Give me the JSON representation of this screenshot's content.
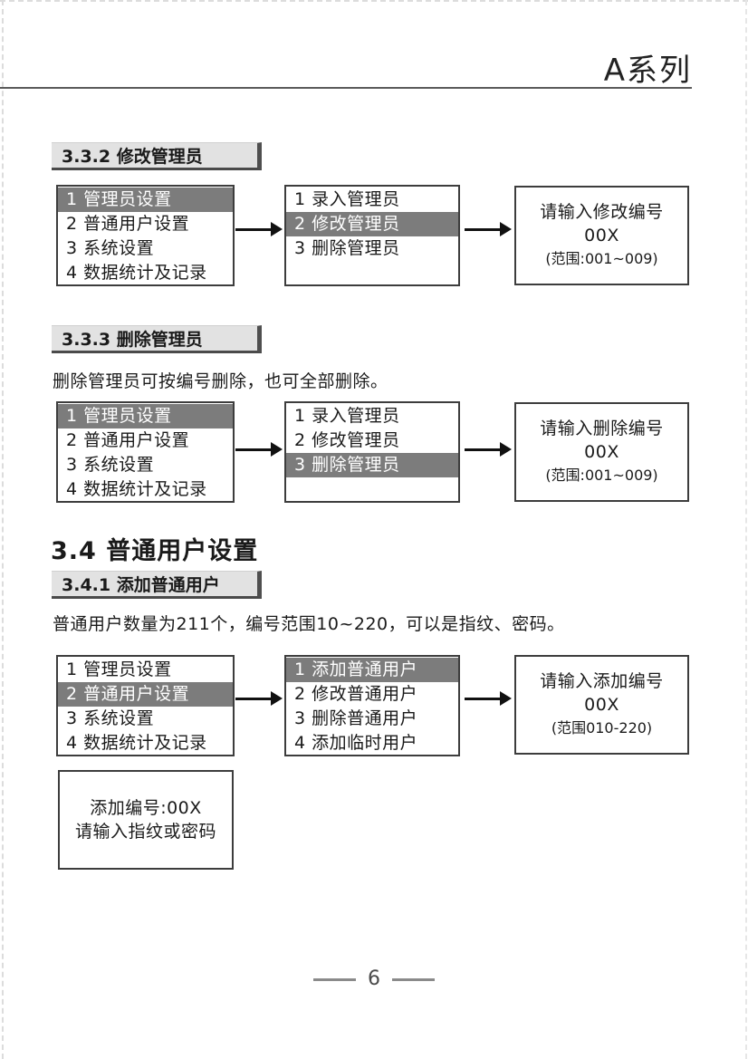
{
  "header": {
    "series_title": "A系列"
  },
  "sections": {
    "s332": {
      "title": "3.3.2 修改管理员"
    },
    "s333": {
      "title": "3.3.3 删除管理员",
      "note": "删除管理员可按编号删除，也可全部删除。"
    },
    "s34": {
      "title": "3.4 普通用户设置"
    },
    "s341": {
      "title": "3.4.1 添加普通用户",
      "note": "普通用户数量为211个，编号范围10~220，可以是指纹、密码。"
    }
  },
  "screens": {
    "main_menu": {
      "items": [
        "1 管理员设置",
        "2 普通用户设置",
        "3 系统设置",
        "4 数据统计及记录"
      ]
    },
    "admin_menu": {
      "items": [
        "1 录入管理员",
        "2 修改管理员",
        "3 删除管理员"
      ]
    },
    "user_menu": {
      "items": [
        "1 添加普通用户",
        "2 修改普通用户",
        "3 删除普通用户",
        "4 添加临时用户"
      ]
    },
    "modify_prompt": {
      "line1": "请输入修改编号",
      "line2": "00X",
      "line3": "(范围:001~009)"
    },
    "delete_prompt": {
      "line1": "请输入删除编号",
      "line2": "00X",
      "line3": "(范围:001~009)"
    },
    "add_prompt": {
      "line1": "请输入添加编号",
      "line2": "00X",
      "line3": "(范围010-220)"
    },
    "add_input": {
      "line1": "添加编号:00X",
      "line2": "请输入指纹或密码"
    }
  },
  "footer": {
    "page_number": "6"
  },
  "colors": {
    "highlight_bg": "#7c7c7c",
    "highlight_text": "#ffffff",
    "section_box_bg": "#e2e2e2",
    "box_border": "#3d3d3d"
  }
}
